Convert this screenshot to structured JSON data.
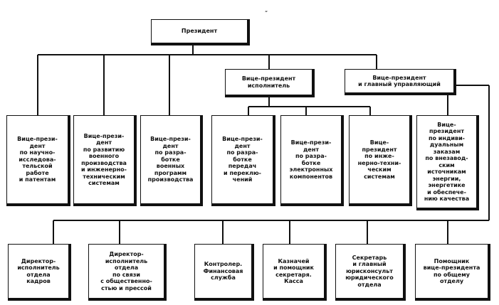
{
  "chart": {
    "top": "Президент",
    "vp_exec": "Вице-президент\nисполнитель",
    "vp_chief": "Вице-президент\nи главный управляющий",
    "level2": [
      "Вице-прези-\nдент\nпо научно-\nисследова-\nтельской\nработе\nи патентам",
      "Вице-прези-\nдент\nпо развитию\nвоенного\nпроизводства\nи инженерно-\nтехническим\nсистемам",
      "Вице-прези-\nдент\nпо разра-\nботке\nвоенных\nпрограмм\nпроизводства",
      "Вице-прези-\nдент\nпо разра-\nботке\nпередач\nи переклю-\nчений",
      "Вице-прези-\nдент\nпо разра-\nботке\nэлектронных\nкомпонентов",
      "Вице-\nпрезидент\nпо инже-\nнерно-техни-\nческим\nсистемам",
      "Вице-\nпрезидент\nпо индиви-\nдуальным\nзаказам\nпо внезавод-\nским\nисточникам\nэнергии,\nэнергетике\nи обеспече-\nнию качества"
    ],
    "level3": [
      "Директор-\nисполнитель\nотдела\nкадров",
      "Директор-\nисполнитель\nотдела\nпо связи\nс общественно-\nстью и прессой",
      "Контролер.\nФинансовая\nслужба",
      "Казначей\nи помощник\nсекретаря.\nКасса",
      "Секретарь\nи главный\nюрисконсульт\nюридического\nотдела",
      "Помощник\nвице-президента\nпо общему\nотделу"
    ],
    "mark": "“"
  }
}
